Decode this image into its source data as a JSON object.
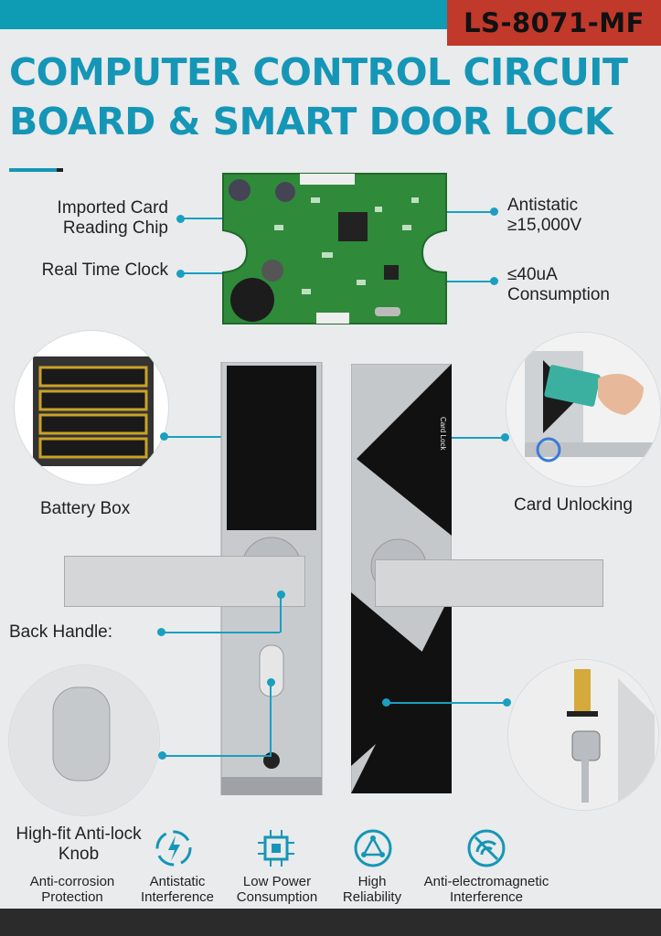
{
  "header": {
    "model": "LS-8071-MF",
    "title": "COMPUTER CONTROL CIRCUIT BOARD & SMART DOOR LOCK"
  },
  "circuit_board": {
    "left_labels": [
      "Imported Card Reading Chip",
      "Real Time Clock"
    ],
    "right_labels": [
      "Antistatic ≥15,000V",
      "≤40uA Consumption"
    ]
  },
  "features_side": {
    "battery_box": "Battery Box",
    "card_unlocking": "Card Unlocking",
    "back_handle": "Back Handle:",
    "knob": "High-fit Anti-lock Knob"
  },
  "lock_panel_text": "Card Lock",
  "bottom_features": [
    {
      "label": "Anti-corrosion Protection",
      "icon": "none"
    },
    {
      "label": "Antistatic Interference",
      "icon": "antistatic-icon"
    },
    {
      "label": "Low Power Consumption",
      "icon": "chip-icon"
    },
    {
      "label": "High Reliability",
      "icon": "triangle-network-icon"
    },
    {
      "label": "Anti-electromagnetic Interference",
      "icon": "signal-slash-icon"
    }
  ],
  "colors": {
    "accent": "#1596b6",
    "badge": "#c0392b",
    "topbar": "#0e9bb4"
  }
}
